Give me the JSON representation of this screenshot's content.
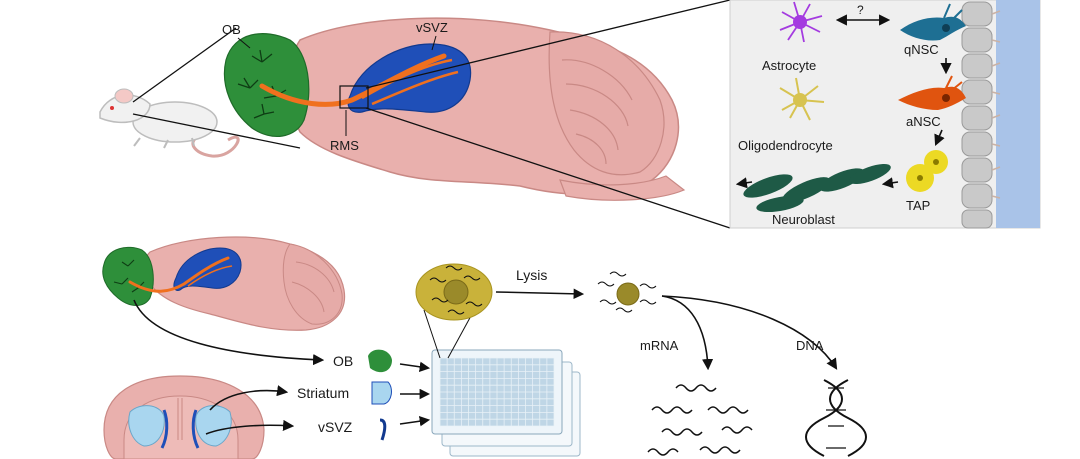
{
  "labels": {
    "ob_top": "OB",
    "vsvz_top": "vSVZ",
    "rms": "RMS",
    "question": "?",
    "astrocyte": "Astrocyte",
    "qnsc": "qNSC",
    "anscl": "aNSC",
    "oligodendrocyte": "Oligodendrocyte",
    "tap": "TAP",
    "neuroblast": "Neuroblast",
    "lysis": "Lysis",
    "mrna": "mRNA",
    "dna": "DNA",
    "ob_region": "OB",
    "striatum": "Striatum",
    "vsvz_region": "vSVZ"
  },
  "colors": {
    "brain": "#e9b0ad",
    "brain_stroke": "#c98985",
    "ob_green": "#2e8f3a",
    "svz_blue": "#1f4fb8",
    "rms_orange": "#f0701e",
    "panel_bg": "#efefef",
    "ventricle": "#a9c3e8",
    "ependymal": "#c9c9c9",
    "astro_purple": "#a43be0",
    "qnsc_blue": "#1e6f93",
    "ansc_orange": "#e0540f",
    "oligo_yellow": "#d7c350",
    "tap_yellow": "#ecd924",
    "neuroblast_green": "#1e5a46",
    "cell_ball": "#c9b23a",
    "plate": "#bfd6e6",
    "striatum_light": "#a9d6ef"
  }
}
